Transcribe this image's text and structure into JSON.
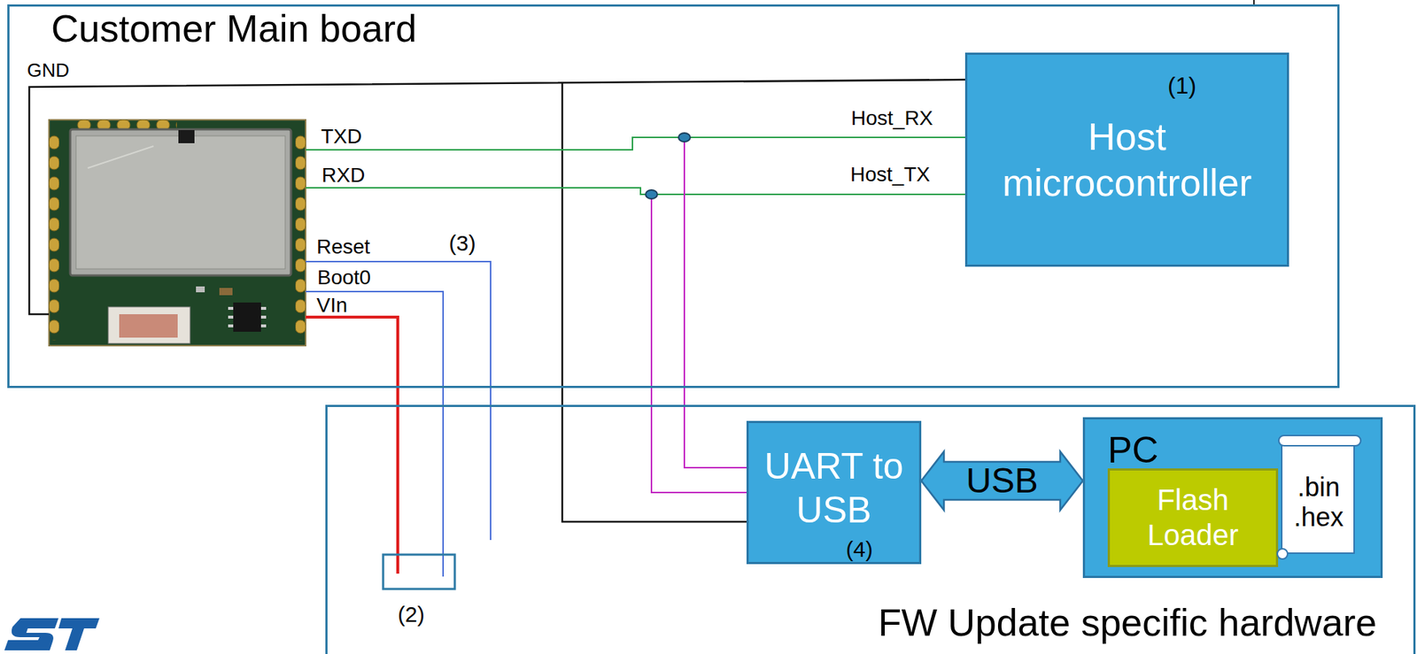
{
  "diagram": {
    "nodes": [
      {
        "text": [
          "Customer Main board"
        ]
      },
      {
        "text": [
          "Host microcontroller"
        ],
        "in": 0
      },
      {
        "text": [
          "FW Update specific hardware"
        ]
      },
      {
        "text": [
          "UART to USB"
        ],
        "in": 2
      },
      {
        "text": [
          "PC"
        ],
        "in": 2
      },
      {
        "text": [
          "Flash Loader"
        ],
        "in": 4
      },
      {
        "text": [
          ".bin .hex"
        ],
        "in": 4
      }
    ],
    "edges": [
      {
        "from": 3,
        "to": 4,
        "label": "USB",
        "arrow": "both"
      }
    ],
    "labels": [
      "GND",
      "TXD",
      "RXD",
      "Reset",
      "(3)",
      "Boot0",
      "VIn",
      "Host_RX",
      "Host_TX",
      "(1)",
      "(2)",
      "(4)"
    ]
  }
}
